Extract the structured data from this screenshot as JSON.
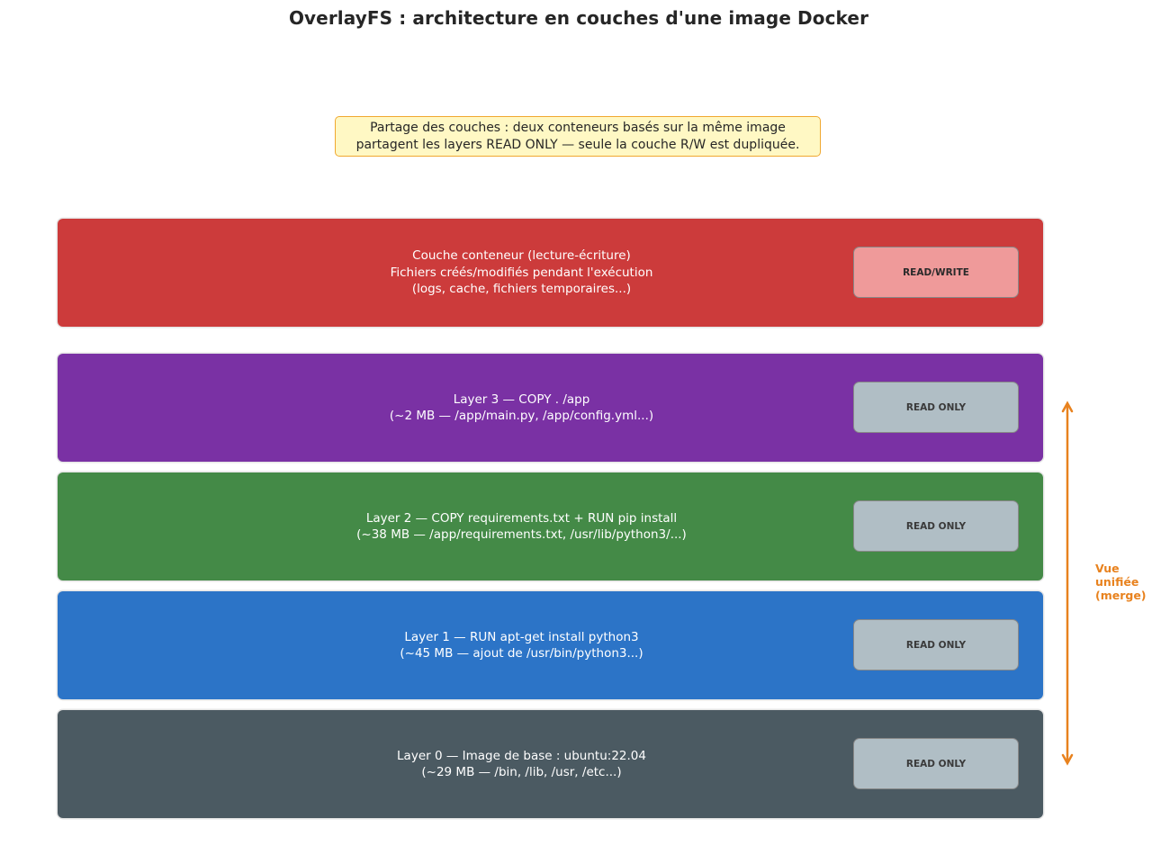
{
  "title": "OverlayFS : architecture en couches d'une image Docker",
  "note": {
    "line1": "Partage des couches : deux conteneurs basés sur la même image",
    "line2": "partagent les layers READ ONLY — seule la couche R/W est dupliquée."
  },
  "layers": [
    {
      "lines": [
        "Couche conteneur (lecture-écriture)",
        "Fichiers créés/modifiés pendant l'exécution",
        "(logs, cache, fichiers temporaires...)"
      ],
      "badge": "READ/WRITE",
      "color": "#cc3b3b",
      "badge_type": "rw"
    },
    {
      "lines": [
        "Layer 3 — COPY . /app",
        "(~2 MB — /app/main.py, /app/config.yml...)"
      ],
      "badge": "READ ONLY",
      "color": "#7a31a4",
      "badge_type": "ro"
    },
    {
      "lines": [
        "Layer 2 — COPY requirements.txt + RUN pip install",
        "(~38 MB — /app/requirements.txt, /usr/lib/python3/...)"
      ],
      "badge": "READ ONLY",
      "color": "#448a47",
      "badge_type": "ro"
    },
    {
      "lines": [
        "Layer 1 — RUN apt-get install python3",
        "(~45 MB — ajout de /usr/bin/python3...)"
      ],
      "badge": "READ ONLY",
      "color": "#2c74c7",
      "badge_type": "ro"
    },
    {
      "lines": [
        "Layer 0 — Image de base : ubuntu:22.04",
        "(~29 MB — /bin, /lib, /usr, /etc...)"
      ],
      "badge": "READ ONLY",
      "color": "#4b5a62",
      "badge_type": "ro"
    }
  ],
  "merge": {
    "lines": [
      "Vue",
      "unifiée",
      "(merge)"
    ],
    "color": "#e8821e"
  }
}
